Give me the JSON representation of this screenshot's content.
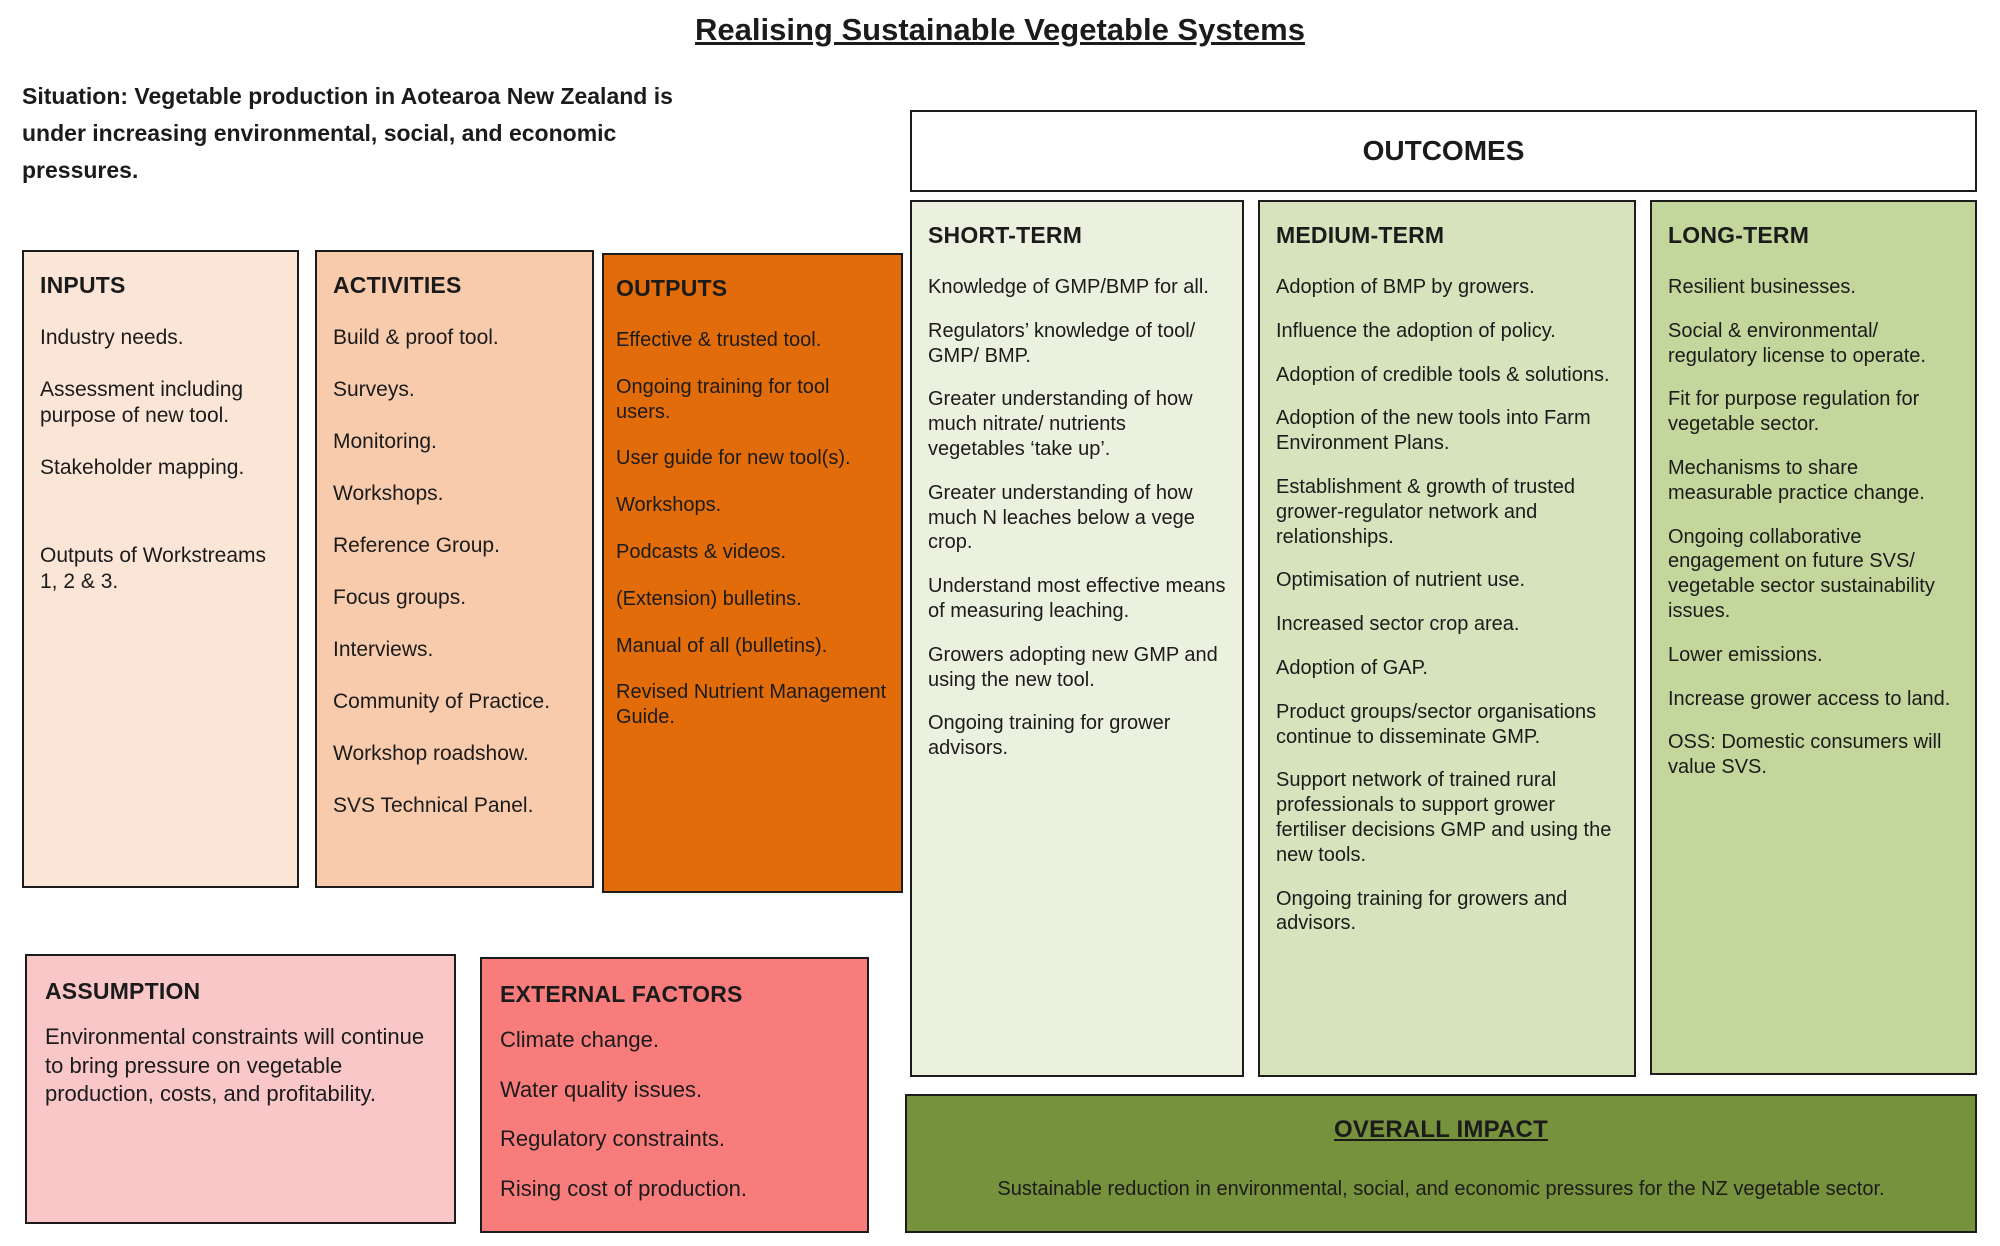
{
  "title": "Realising Sustainable Vegetable Systems",
  "situation": "Situation: Vegetable production in Aotearoa New Zealand is under increasing environmental, social, and economic pressures.",
  "colors": {
    "inputs_bg": "#FBE5D6",
    "activities_bg": "#F8CBAD",
    "outputs_bg": "#E26B0A",
    "short_term_bg": "#EBF1DE",
    "medium_term_bg": "#D6E3BC",
    "long_term_bg": "#C3D69B",
    "assumption_bg": "#F9C7C8",
    "external_factors_bg": "#F87C7C",
    "overall_impact_bg": "#76923C",
    "border": "#1c1c1c"
  },
  "inputs": {
    "label": "INPUTS",
    "items": [
      "Industry needs.",
      "Assessment including purpose of new tool.",
      "Stakeholder mapping.",
      "Outputs of Workstreams 1, 2 & 3."
    ]
  },
  "activities": {
    "label": "ACTIVITIES",
    "items": [
      "Build & proof tool.",
      "Surveys.",
      "Monitoring.",
      "Workshops.",
      "Reference Group.",
      "Focus groups.",
      "Interviews.",
      "Community of Practice.",
      "Workshop roadshow.",
      "SVS Technical Panel."
    ]
  },
  "outputs": {
    "label": "OUTPUTS",
    "items": [
      "Effective & trusted tool.",
      "Ongoing training for tool users.",
      "User guide for new tool(s).",
      "Workshops.",
      "Podcasts & videos.",
      "(Extension) bulletins.",
      "Manual of all (bulletins).",
      "Revised Nutrient Management Guide."
    ]
  },
  "outcomes": {
    "label": "OUTCOMES",
    "short_term": {
      "label": "SHORT-TERM",
      "items": [
        "Knowledge of GMP/BMP for all.",
        "Regulators’ knowledge of tool/ GMP/ BMP.",
        "Greater understanding of how much nitrate/ nutrients vegetables ‘take up’.",
        "Greater understanding of how much N leaches below a vege crop.",
        "Understand most effective means of measuring leaching.",
        "Growers adopting new GMP and using the new tool.",
        "Ongoing training for grower advisors."
      ]
    },
    "medium_term": {
      "label": "MEDIUM-TERM",
      "items": [
        "Adoption of BMP by growers.",
        "Influence the adoption of policy.",
        "Adoption of credible tools & solutions.",
        "Adoption of the new tools into Farm Environment Plans.",
        "Establishment & growth of trusted grower-regulator network and relationships.",
        "Optimisation of nutrient use.",
        "Increased sector crop area.",
        "Adoption of GAP.",
        "Product groups/sector organisations continue to disseminate GMP.",
        "Support network of trained rural professionals to support grower fertiliser decisions GMP and using the new tools.",
        "Ongoing training for growers and advisors."
      ]
    },
    "long_term": {
      "label": "LONG-TERM",
      "items": [
        "Resilient businesses.",
        "Social & environmental/ regulatory license to operate.",
        "Fit for purpose regulation for vegetable sector.",
        "Mechanisms to share measurable practice change.",
        "Ongoing collaborative engagement on future SVS/ vegetable sector sustainability issues.",
        "Lower emissions.",
        "Increase grower access to land.",
        "OSS: Domestic consumers will value SVS."
      ]
    }
  },
  "assumption": {
    "label": "ASSUMPTION",
    "text": "Environmental constraints will continue to bring pressure on vegetable production, costs, and profitability."
  },
  "external_factors": {
    "label": "EXTERNAL FACTORS",
    "items": [
      "Climate change.",
      "Water quality issues.",
      "Regulatory constraints.",
      "Rising cost of production."
    ]
  },
  "overall_impact": {
    "label": "OVERALL IMPACT",
    "text": "Sustainable reduction in environmental, social, and economic pressures for the NZ vegetable sector."
  }
}
